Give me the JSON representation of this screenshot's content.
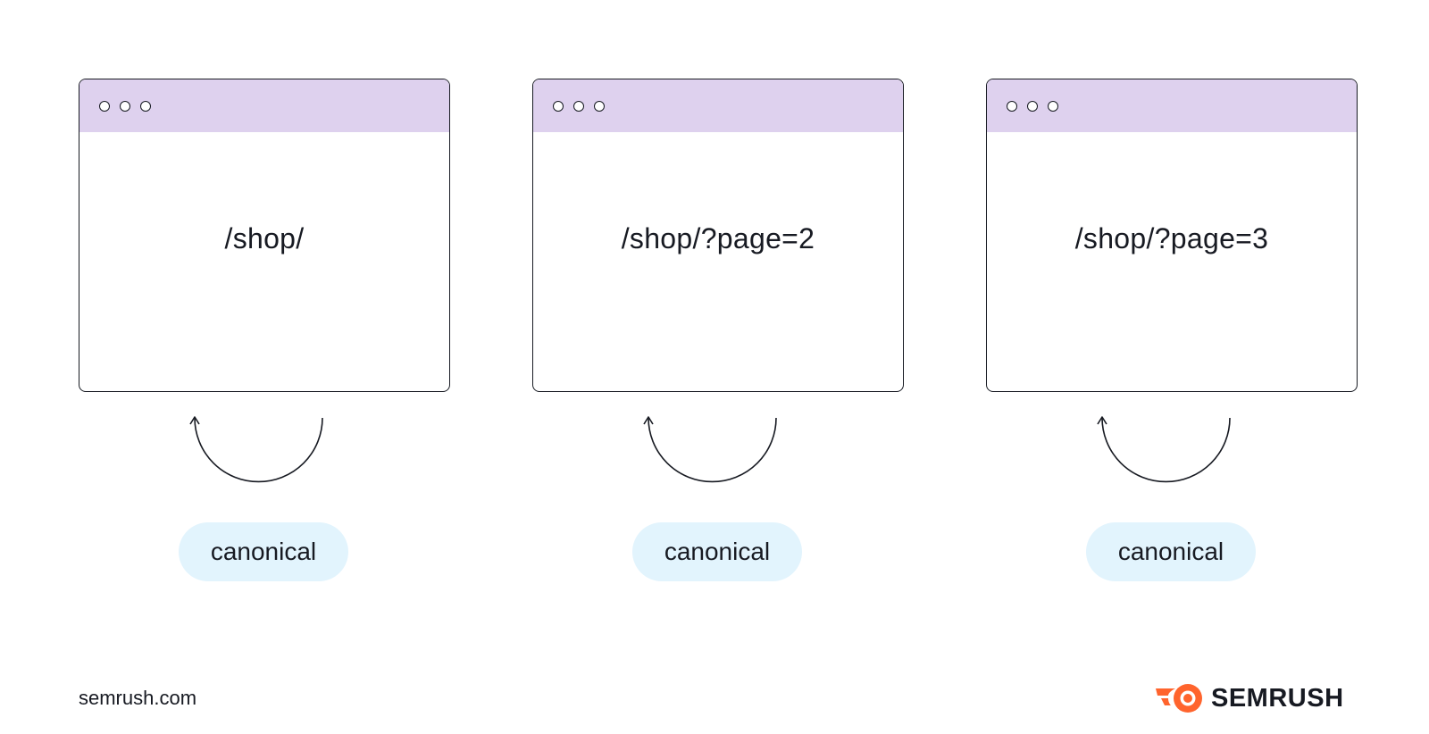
{
  "pages": [
    {
      "url": "/shop/",
      "label": "canonical"
    },
    {
      "url": "/shop/?page=2",
      "label": "canonical"
    },
    {
      "url": "/shop/?page=3",
      "label": "canonical"
    }
  ],
  "footer": {
    "domain": "semrush.com",
    "brand": "SEMRUSH"
  },
  "colors": {
    "titlebar": "#ded1ee",
    "pill": "#e2f4fd",
    "stroke": "#171a22",
    "brand_orange": "#ff642d"
  },
  "icons": {
    "window_controls": "three-dots-icon",
    "self_reference": "curved-arrow-icon",
    "brand": "semrush-logo-icon"
  }
}
